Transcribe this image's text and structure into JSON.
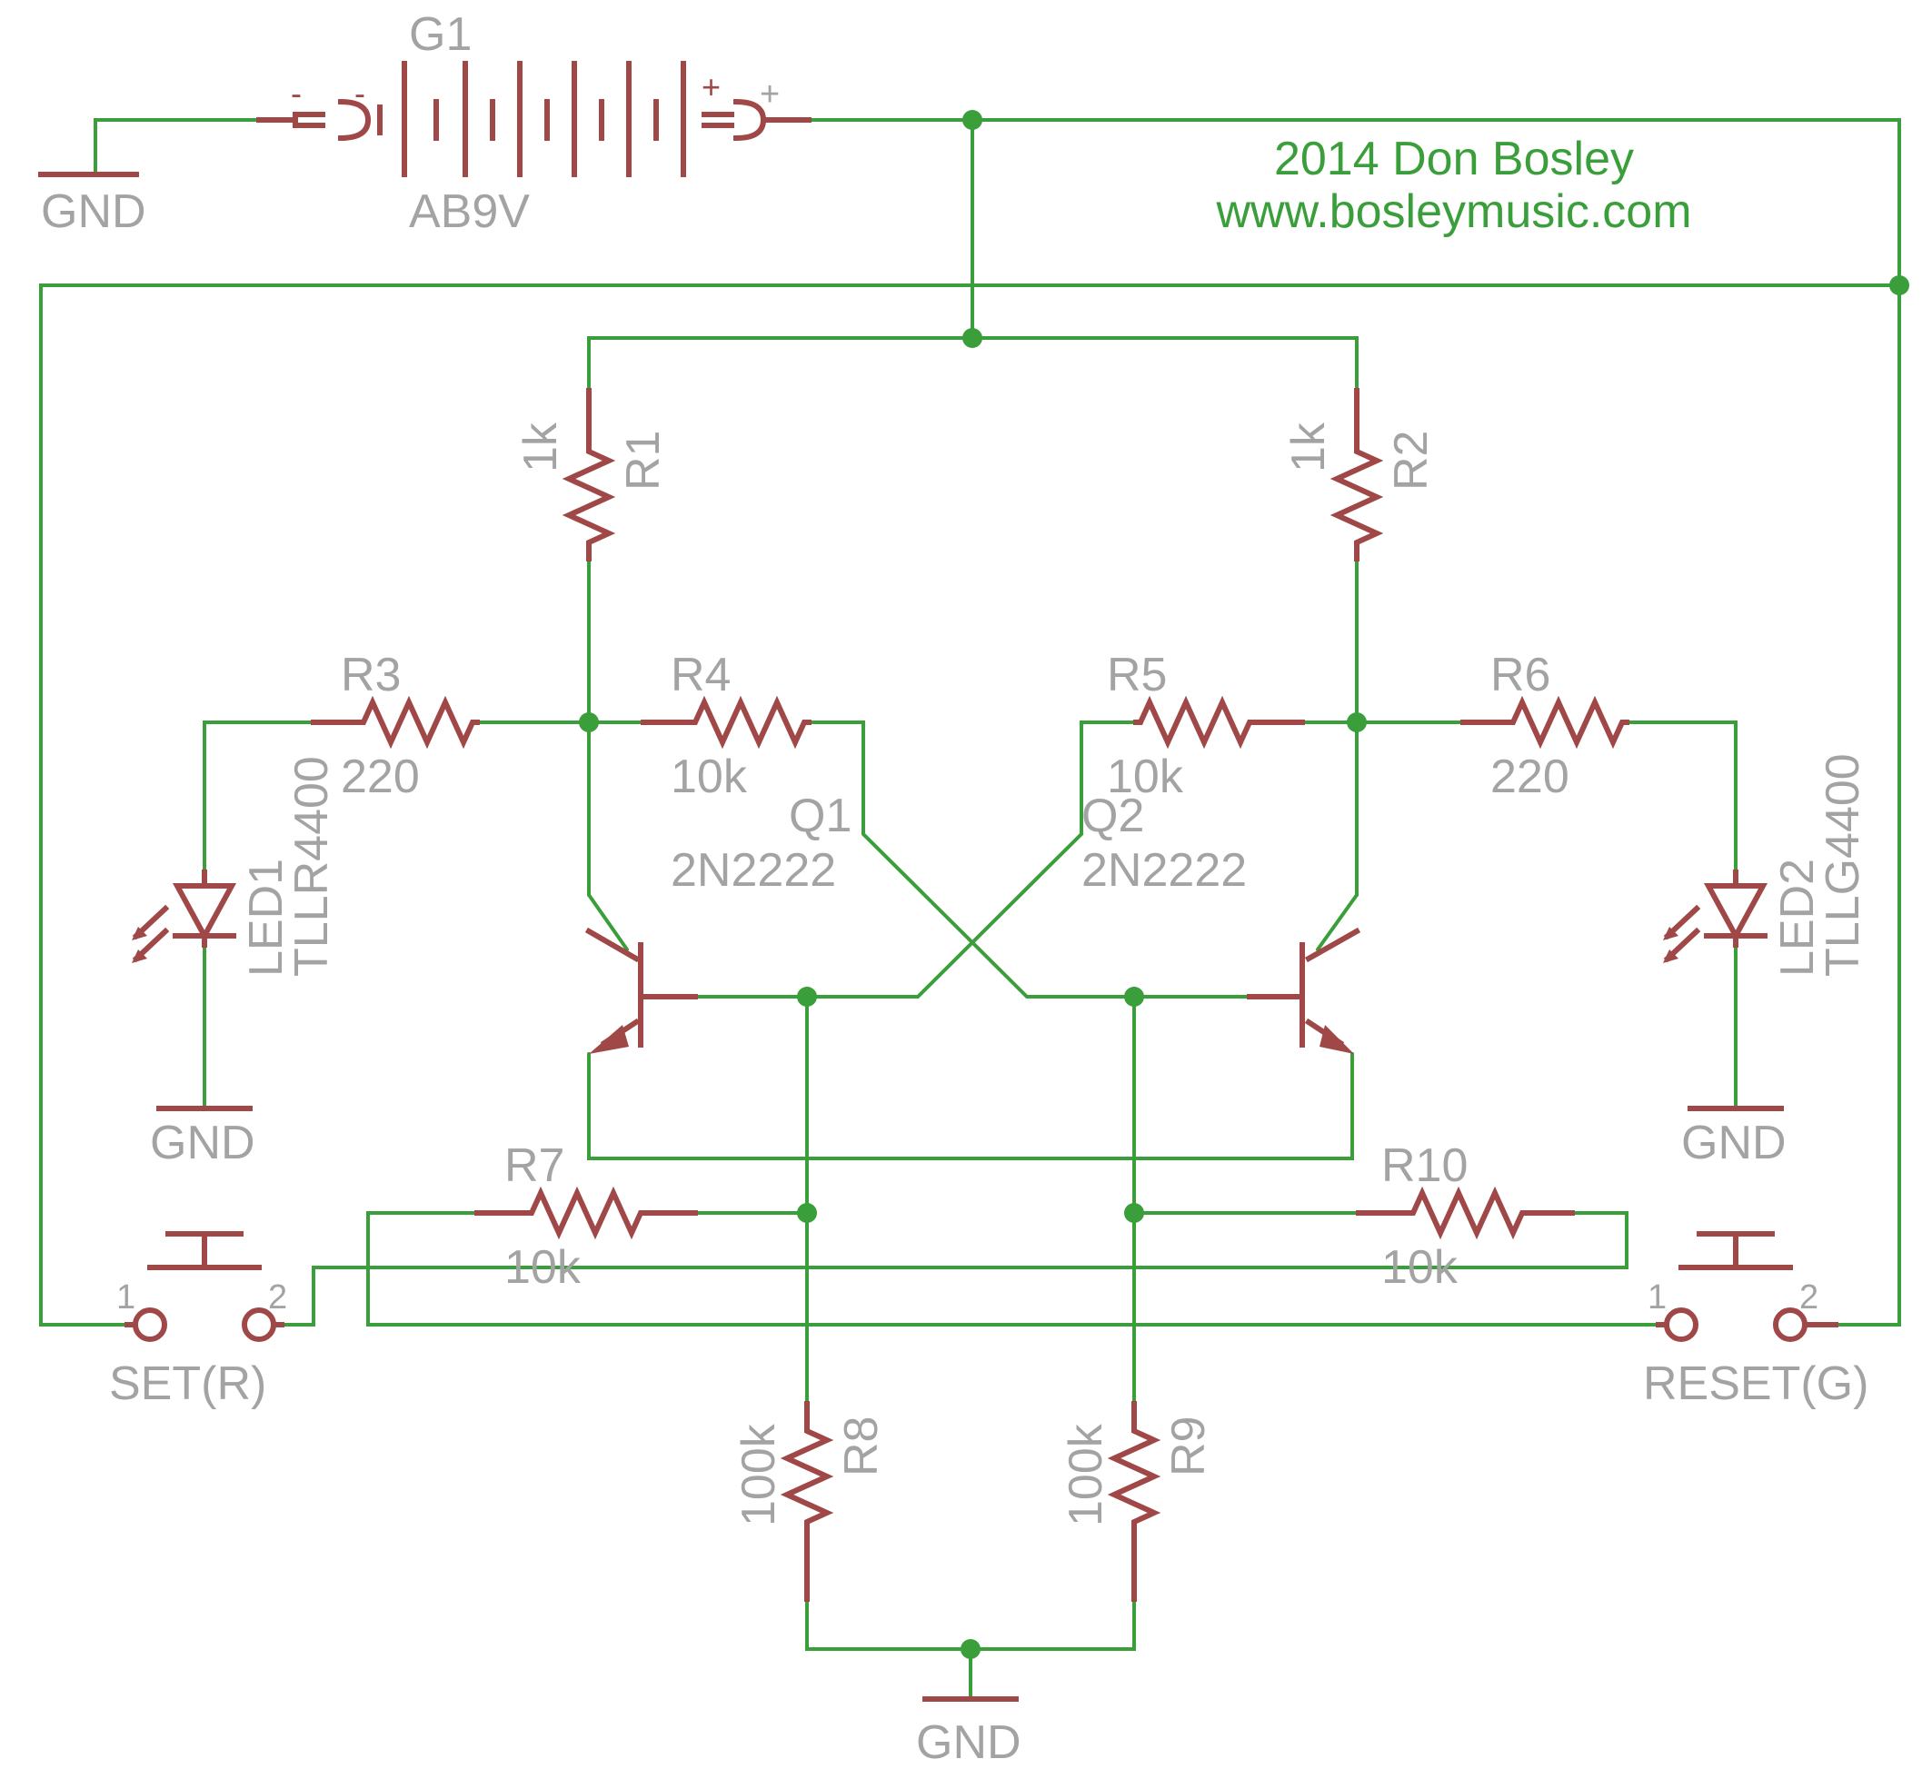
{
  "credit": {
    "line1": "2014 Don Bosley",
    "line2": "www.bosleymusic.com"
  },
  "battery": {
    "name": "G1",
    "value": "AB9V",
    "minus": "-",
    "plus": "+"
  },
  "resistors": {
    "r1": {
      "name": "R1",
      "value": "1k"
    },
    "r2": {
      "name": "R2",
      "value": "1k"
    },
    "r3": {
      "name": "R3",
      "value": "220"
    },
    "r4": {
      "name": "R4",
      "value": "10k"
    },
    "r5": {
      "name": "R5",
      "value": "10k"
    },
    "r6": {
      "name": "R6",
      "value": "220"
    },
    "r7": {
      "name": "R7",
      "value": "10k"
    },
    "r8": {
      "name": "R8",
      "value": "100k"
    },
    "r9": {
      "name": "R9",
      "value": "100k"
    },
    "r10": {
      "name": "R10",
      "value": "10k"
    }
  },
  "transistors": {
    "q1": {
      "name": "Q1",
      "value": "2N2222"
    },
    "q2": {
      "name": "Q2",
      "value": "2N2222"
    }
  },
  "leds": {
    "led1": {
      "name": "LED1",
      "value": "TLLR4400"
    },
    "led2": {
      "name": "LED2",
      "value": "TLLG4400"
    }
  },
  "switches": {
    "set": {
      "name": "SET(R)",
      "pin1": "1",
      "pin2": "2"
    },
    "reset": {
      "name": "RESET(G)",
      "pin1": "1",
      "pin2": "2"
    }
  },
  "ground_label": "GND",
  "colors": {
    "wire": "#3a9e3a",
    "component": "#a04747",
    "label": "#a3a3a3"
  }
}
